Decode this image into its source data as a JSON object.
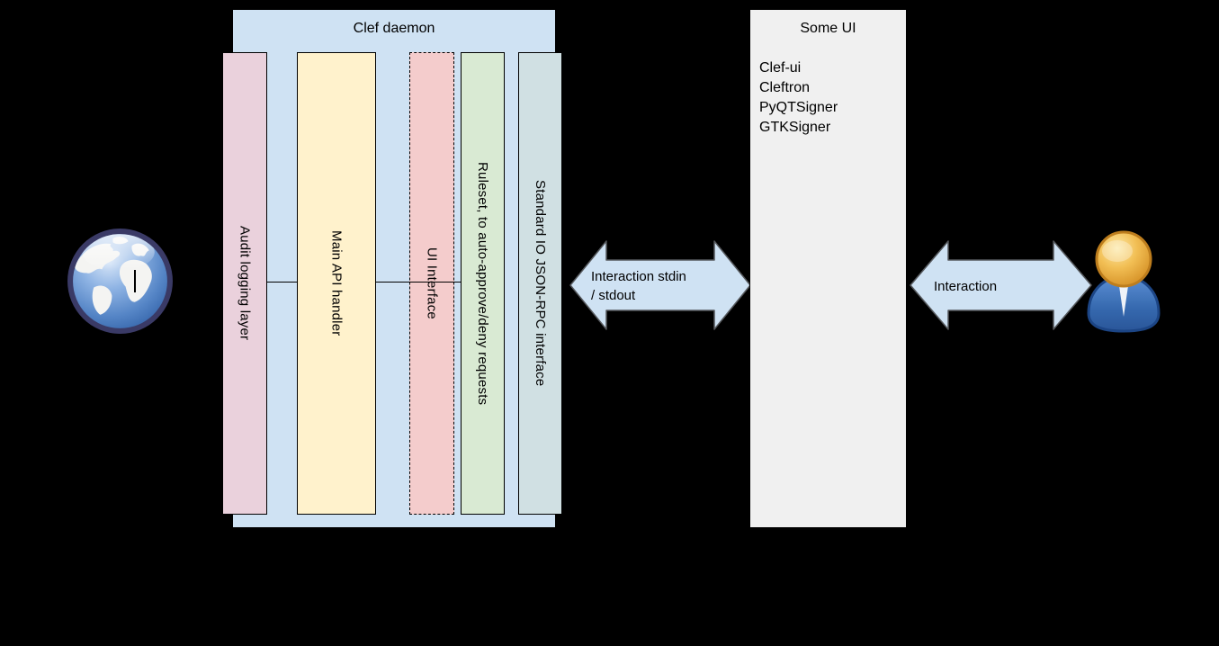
{
  "clef_daemon": {
    "title": "Clef daemon",
    "layers": [
      {
        "id": "audit",
        "label": "Audit logging layer",
        "color": "#ead1dc"
      },
      {
        "id": "api",
        "label": "Main API handler",
        "color": "#fff2cc"
      },
      {
        "id": "ui",
        "label": "UI Interface",
        "color": "#f4cccc",
        "border": "dashed"
      },
      {
        "id": "ruleset",
        "label": "Ruleset, to auto-approve/deny requests",
        "color": "#d9ead3"
      },
      {
        "id": "stdio",
        "label": "Standard IO JSON-RPC interface",
        "color": "#d0e0e3"
      }
    ],
    "box_color": "#cfe2f3"
  },
  "some_ui": {
    "title": "Some UI",
    "items": [
      "Clef-ui",
      "Cleftron",
      "PyQTSigner",
      "GTKSigner"
    ],
    "box_color": "#f0f0f0"
  },
  "arrows": [
    {
      "id": "stdio-arrow",
      "line1": "Interaction stdin",
      "line2": "/ stdout",
      "fill": "#cfe2f3"
    },
    {
      "id": "user-arrow",
      "line1": "Interaction",
      "line2": "",
      "fill": "#cfe2f3"
    }
  ],
  "icons": {
    "left": "globe-icon",
    "right": "user-icon"
  },
  "colors": {
    "background": "#000000",
    "daemon_box": "#cfe2f3",
    "some_ui_box": "#f0f0f0",
    "arrow_fill": "#cfe2f3",
    "arrow_stroke": "#55585c"
  }
}
